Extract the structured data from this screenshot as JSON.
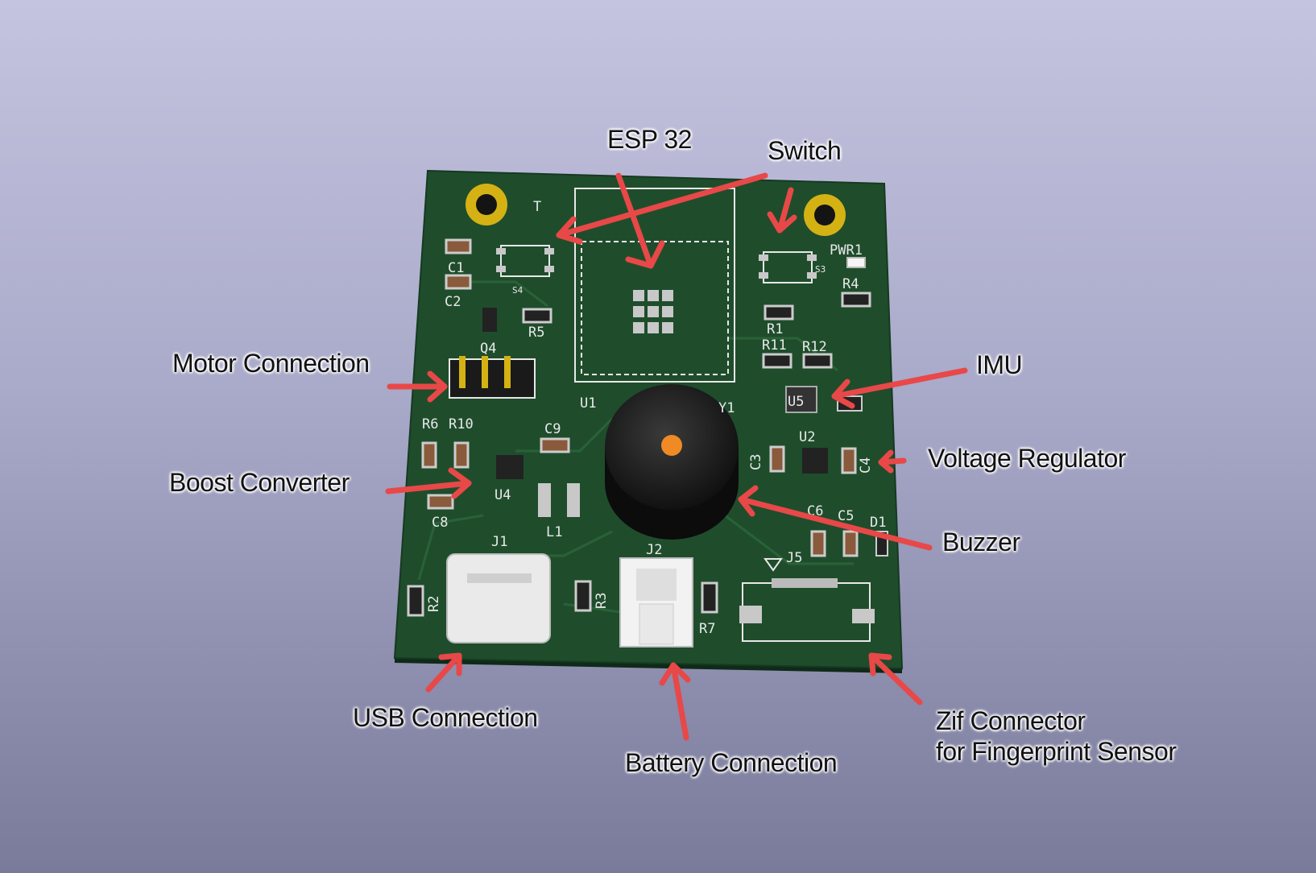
{
  "colors": {
    "board": "#1f4d2c",
    "arrow": "#e84848",
    "silkscreen": "#e8e8e8",
    "pad_gold": "#d4b214"
  },
  "callouts": {
    "esp32": "ESP 32",
    "switch": "Switch",
    "motor": "Motor Connection",
    "imu": "IMU",
    "voltage_regulator": "Voltage Regulator",
    "boost": "Boost Converter",
    "buzzer": "Buzzer",
    "usb": "USB Connection",
    "battery": "Battery Connection",
    "zif_line1": "Zif Connector",
    "zif_line2": "for Fingerprint Sensor"
  },
  "silkscreen": {
    "t": "T",
    "c1": "C1",
    "c2": "C2",
    "s4": "S4",
    "q4": "Q4",
    "r5": "R5",
    "pwr1": "PWR1",
    "s3": "S3",
    "r4": "R4",
    "r1": "R1",
    "r11": "R11",
    "r12": "R12",
    "u1": "U1",
    "u5": "U5",
    "r6": "R6",
    "r10": "R10",
    "c9": "C9",
    "u4": "U4",
    "c8": "C8",
    "l1": "L1",
    "c3": "C3",
    "u2": "U2",
    "c4": "C4",
    "c6": "C6",
    "c5": "C5",
    "d1": "D1",
    "j1": "J1",
    "j2": "J2",
    "j5": "J5",
    "r2": "R2",
    "r3": "R3",
    "r7": "R7",
    "y1": "Y1"
  }
}
